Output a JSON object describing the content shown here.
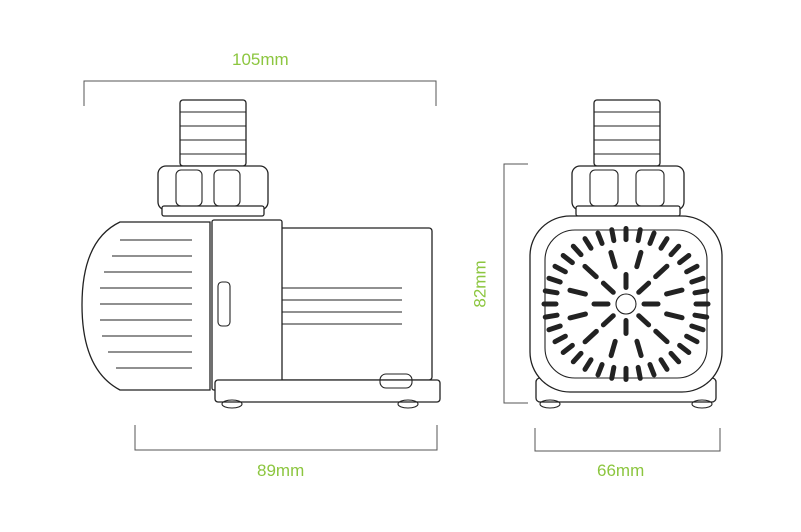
{
  "dimensions": {
    "overall_length": "105mm",
    "body_length": "89mm",
    "height": "82mm",
    "width": "66mm"
  },
  "colors": {
    "dimension_text": "#8cc63f",
    "line": "#222222"
  }
}
